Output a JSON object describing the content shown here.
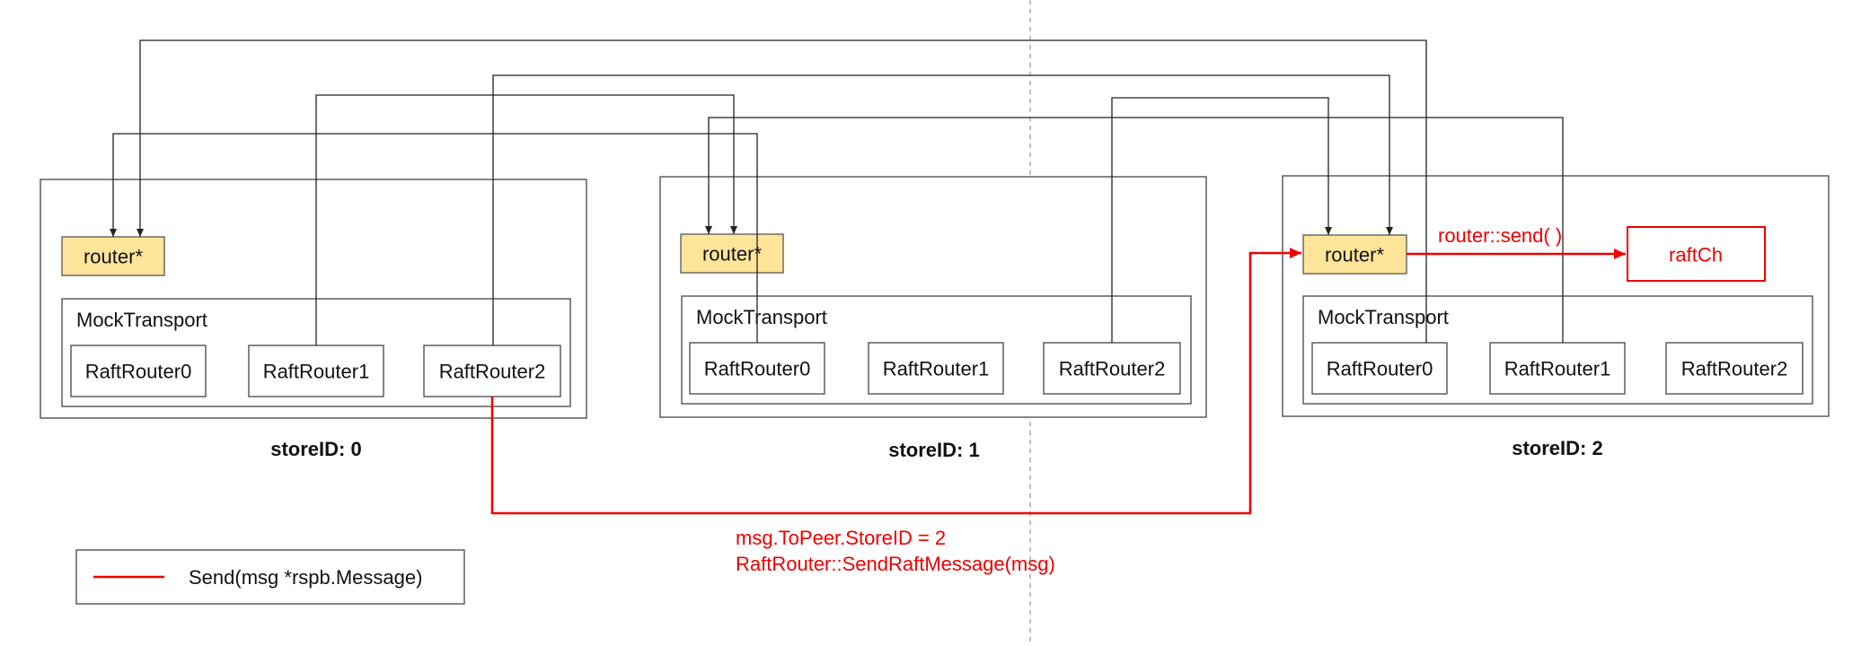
{
  "colors": {
    "accent": "#ee0000",
    "router_fill": "#ffe599",
    "line": "#222222"
  },
  "stores": [
    {
      "label": "storeID: 0",
      "router": "router*",
      "transport": "MockTransport",
      "raft_routers": [
        "RaftRouter0",
        "RaftRouter1",
        "RaftRouter2"
      ]
    },
    {
      "label": "storeID: 1",
      "router": "router*",
      "transport": "MockTransport",
      "raft_routers": [
        "RaftRouter0",
        "RaftRouter1",
        "RaftRouter2"
      ]
    },
    {
      "label": "storeID: 2",
      "router": "router*",
      "transport": "MockTransport",
      "raft_routers": [
        "RaftRouter0",
        "RaftRouter1",
        "RaftRouter2"
      ]
    }
  ],
  "raftch": {
    "label": "raftCh"
  },
  "annotations": {
    "router_send": "router::send( )",
    "msg_line1": "msg.ToPeer.StoreID = 2",
    "msg_line2": "RaftRouter::SendRaftMessage(msg)"
  },
  "legend": {
    "label": "Send(msg *rspb.Message)"
  }
}
